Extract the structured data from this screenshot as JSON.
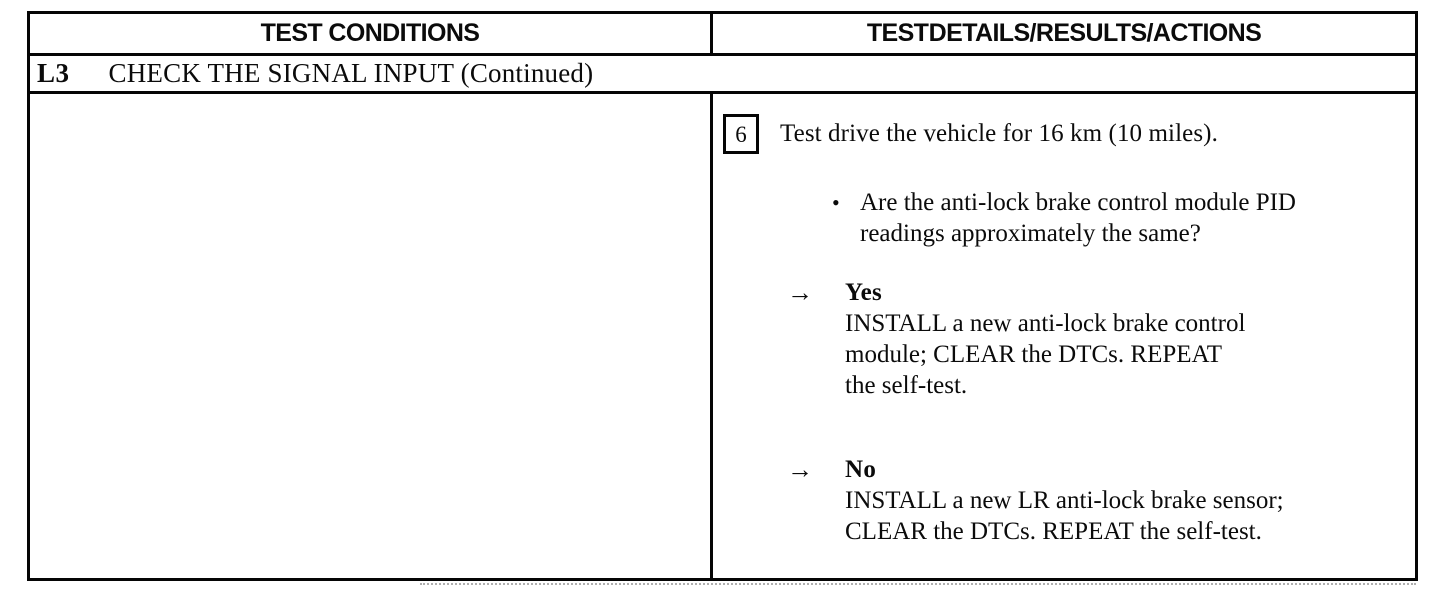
{
  "colors": {
    "ink": "#0b0b0b",
    "paper": "#ffffff"
  },
  "table": {
    "headers": {
      "test_conditions": "TEST CONDITIONS",
      "test_details": "TEST DETAILS/RESULTS/ACTIONS"
    },
    "section": {
      "id": "L3",
      "title": "CHECK THE SIGNAL INPUT (Continued)"
    },
    "step": {
      "number": "6",
      "instruction": "Test drive the vehicle for 16 km (10 miles).",
      "bullet_glyph": "•",
      "question": "Are the anti-lock brake control module PID\nreadings approximately the same?",
      "results": {
        "yes": {
          "arrow_glyph": "→",
          "label": "Yes",
          "action": "INSTALL a new anti-lock brake control\nmodule; CLEAR the DTCs. REPEAT\nthe self-test."
        },
        "no": {
          "arrow_glyph": "→",
          "label": "No",
          "action": "INSTALL a new LR anti-lock brake sensor;\nCLEAR the DTCs. REPEAT the self-test."
        }
      }
    }
  }
}
